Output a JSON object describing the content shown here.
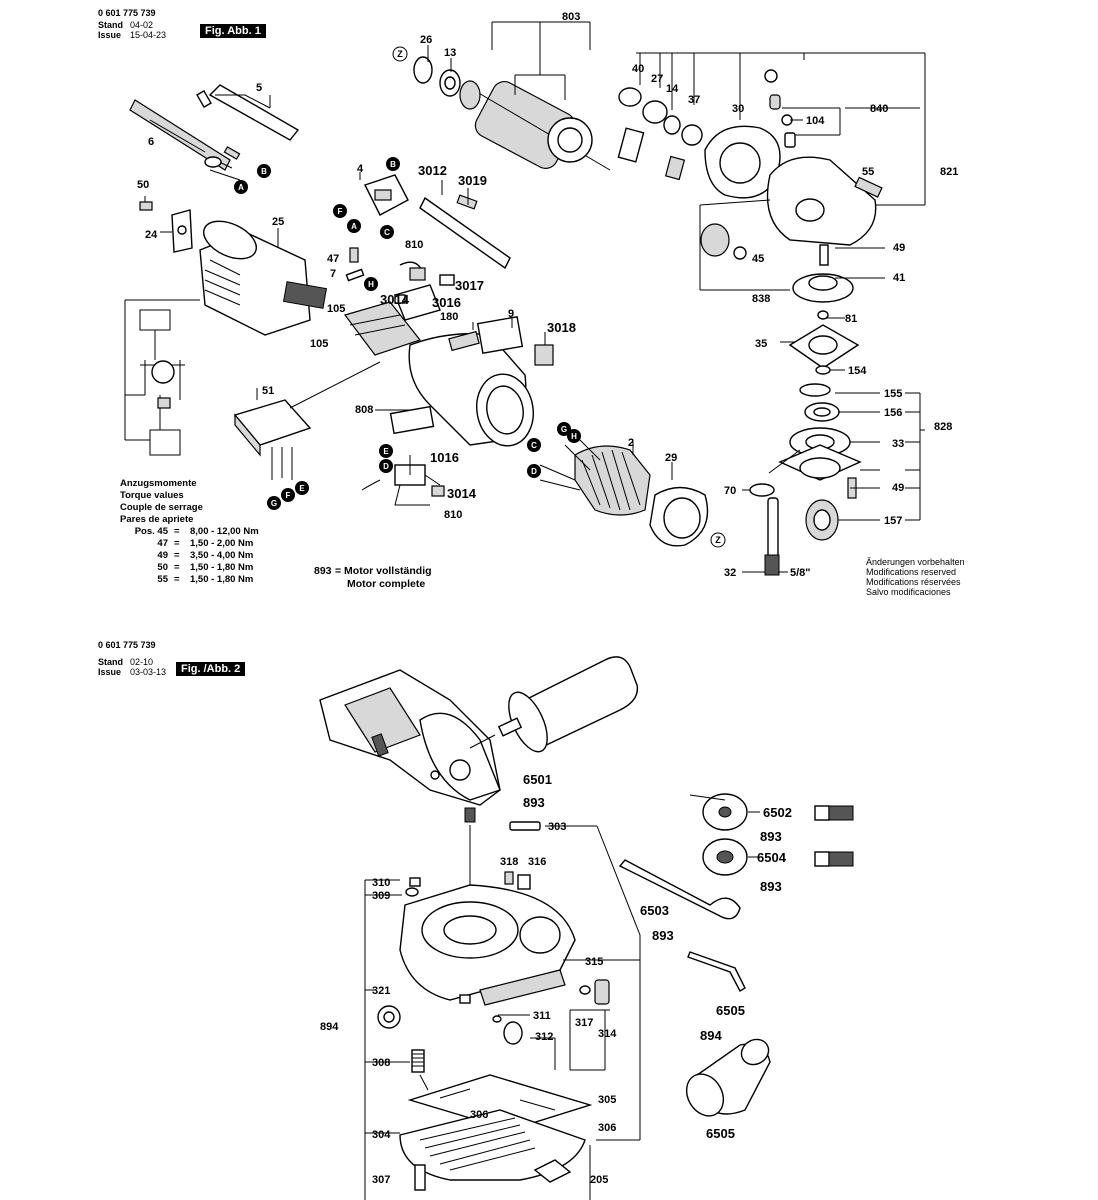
{
  "fig1": {
    "doc_number": "0 601 775 739",
    "stand_label": "Stand",
    "issue_label": "Issue",
    "stand_value": "04-02",
    "issue_value": "15-04-23",
    "title": "Fig. Abb. 1"
  },
  "fig2": {
    "doc_number": "0 601 775 739",
    "stand_label": "Stand",
    "issue_label": "Issue",
    "stand_value": "02-10",
    "issue_value": "03-03-13",
    "title": "Fig. /Abb. 2"
  },
  "torque": {
    "lines": [
      "Anzugsmomente",
      "Torque values",
      "Couple de serrage",
      "Pares de apriete"
    ],
    "rows": [
      {
        "pos": "Pos. 45",
        "eq": "=",
        "value": "8,00 - 12,00 Nm"
      },
      {
        "pos": "47",
        "eq": "=",
        "value": "1,50 - 2,00 Nm"
      },
      {
        "pos": "49",
        "eq": "=",
        "value": "3,50 - 4,00 Nm"
      },
      {
        "pos": "50",
        "eq": "=",
        "value": "1,50 - 1,80 Nm"
      },
      {
        "pos": "55",
        "eq": "=",
        "value": "1,50 - 1,80 Nm"
      }
    ]
  },
  "motor_note": {
    "number": "893",
    "line1": "= Motor vollständig",
    "line2": "Motor complete"
  },
  "changes_note": [
    "Änderungen vorbehalten",
    "Modifications reserved",
    "Modifications réservées",
    "Salvo modificaciones"
  ],
  "fig1_labels": [
    "803",
    "26",
    "13",
    "40",
    "27",
    "14",
    "37",
    "30",
    "840",
    "104",
    "821",
    "55",
    "49",
    "41",
    "45",
    "838",
    "81",
    "35",
    "154",
    "155",
    "156",
    "828",
    "33",
    "49",
    "157",
    "70",
    "32",
    "5/8\"",
    "5",
    "6",
    "50",
    "24",
    "4",
    "3012",
    "3019",
    "25",
    "810",
    "3017",
    "47",
    "7",
    "3016",
    "3014",
    "105",
    "105",
    "180",
    "9",
    "3018",
    "51",
    "808",
    "2",
    "29",
    "1016",
    "3014",
    "810"
  ],
  "fig2_labels": [
    "6501",
    "893",
    "6502",
    "893",
    "6504",
    "893",
    "6503",
    "893",
    "6505",
    "894",
    "6505",
    "303",
    "318",
    "316",
    "310",
    "309",
    "315",
    "321",
    "311",
    "317",
    "314",
    "894",
    "312",
    "308",
    "305",
    "306",
    "306",
    "304",
    "307",
    "205"
  ],
  "badges": [
    "Z",
    "B",
    "A",
    "B",
    "F",
    "A",
    "C",
    "H",
    "H",
    "C",
    "G",
    "D",
    "E",
    "D",
    "G",
    "F",
    "E",
    "Z"
  ]
}
